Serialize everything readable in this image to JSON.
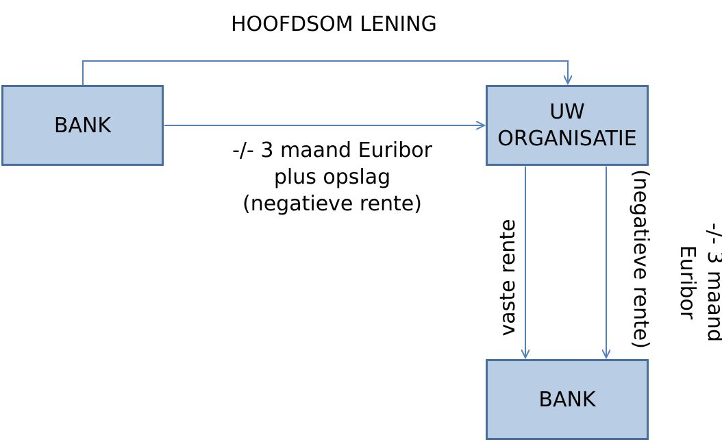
{
  "title": "HOOFDSOM LENING",
  "colors": {
    "box_fill": "#b9cde5",
    "box_border": "#4a6e9a",
    "arrow": "#4f81bd"
  },
  "nodes": {
    "bank_top": {
      "label": "BANK"
    },
    "organisation": {
      "line1": "UW",
      "line2": "ORGANISATIE"
    },
    "bank_bottom": {
      "label": "BANK"
    }
  },
  "edges": {
    "euribor_to_org": {
      "line1": "-/- 3 maand Euribor",
      "line2": "plus opslag",
      "line3": "(negatieve rente)"
    },
    "vaste_rente": {
      "label": "vaste rente"
    },
    "negatieve_rente": {
      "label": "(negatieve rente)"
    },
    "euribor_down": {
      "line1": "-/- 3 maand",
      "line2": "Euribor"
    }
  }
}
